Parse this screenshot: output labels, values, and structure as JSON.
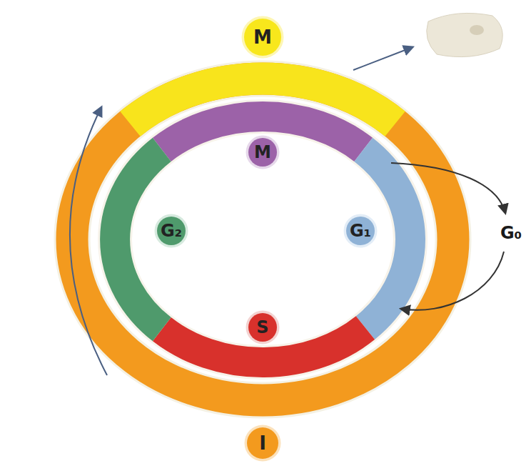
{
  "diagram": {
    "nodes": [
      {
        "text": [
          "M"
        ]
      },
      {
        "text": [
          "M"
        ]
      },
      {
        "text": [
          "G₂"
        ]
      },
      {
        "text": [
          "G₁"
        ]
      },
      {
        "text": [
          "S"
        ]
      },
      {
        "text": [
          "I"
        ]
      }
    ],
    "labels": [
      "G₀"
    ]
  }
}
